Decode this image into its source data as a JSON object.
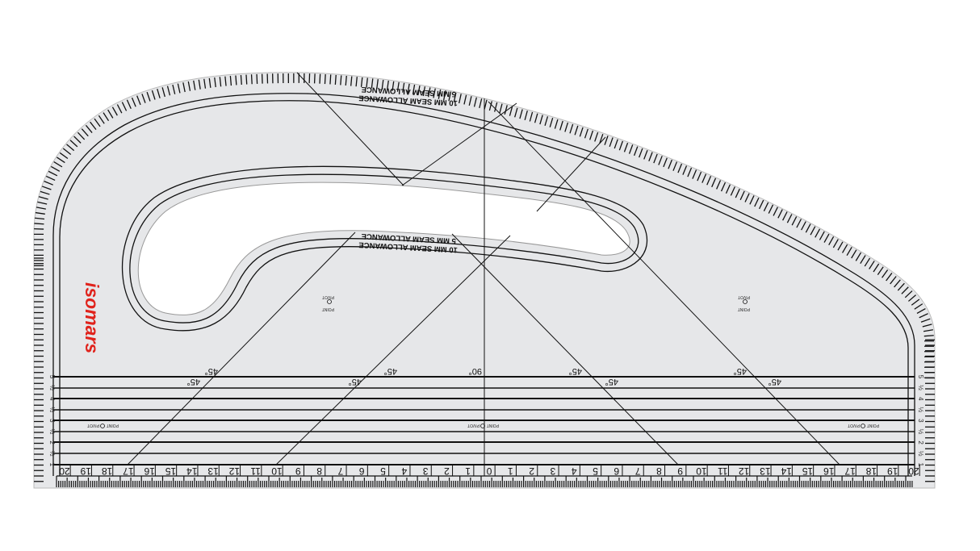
{
  "product": {
    "brand_logo": "isomars",
    "brand_color": "#e0231c",
    "ruler_color": "#e6e7e9",
    "line_color": "#111111"
  },
  "seam_allowance": {
    "outer_5mm": "5 MM SEAM ALLOWANCE",
    "outer_10mm": "10 MM SEAM ALLOWANCE",
    "inner_5mm": "5 MM SEAM ALLOWANCE",
    "inner_10mm": "10 MM SEAM ALLOWANCE"
  },
  "angle_labels": {
    "deg45": "45°",
    "deg90": "90°"
  },
  "pivot_label": {
    "line1": "PIVOT",
    "line2": "POINT"
  },
  "side_scale": [
    "5",
    "½",
    "4",
    "½",
    "3",
    "½",
    "2",
    "½",
    "1"
  ],
  "bottom_scale": [
    "20",
    "19",
    "18",
    "17",
    "16",
    "15",
    "14",
    "13",
    "12",
    "11",
    "10",
    "9",
    "8",
    "7",
    "6",
    "5",
    "4",
    "3",
    "2",
    "1",
    "0",
    "1",
    "2",
    "3",
    "4",
    "5",
    "6",
    "7",
    "8",
    "9",
    "10",
    "11",
    "12",
    "13",
    "14",
    "15",
    "16",
    "17",
    "18",
    "19",
    "20"
  ]
}
